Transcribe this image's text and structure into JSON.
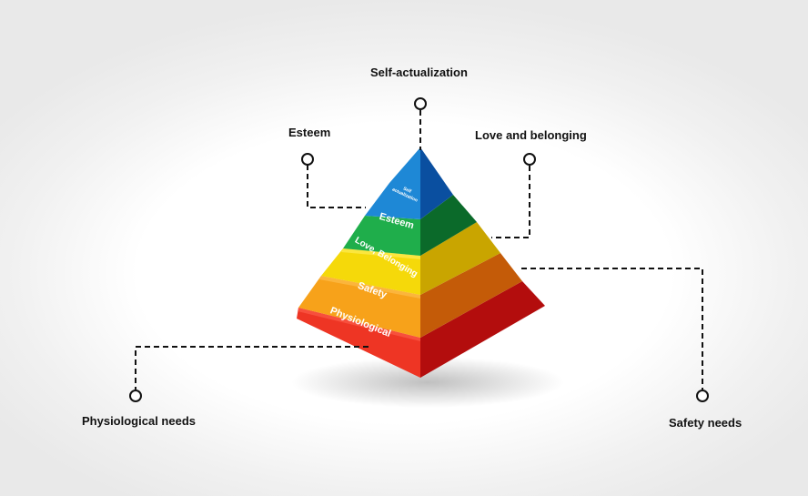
{
  "callouts": {
    "self_actualization": "Self-actualization",
    "esteem": "Esteem",
    "love_belonging": "Love and belonging",
    "physiological": "Physiological needs",
    "safety": "Safety needs"
  },
  "levels": [
    {
      "label": "Self actualization",
      "color": "#1e88d6",
      "shade": "#0a4fa0"
    },
    {
      "label": "Esteem",
      "color": "#1fae4b",
      "shade": "#0b6a2a"
    },
    {
      "label": "Love, Belonging",
      "color": "#f5d90a",
      "shade": "#c9a500"
    },
    {
      "label": "Safety",
      "color": "#f7a21a",
      "shade": "#c45b08"
    },
    {
      "label": "Physiological",
      "color": "#ee3524",
      "shade": "#b30d0d"
    }
  ]
}
